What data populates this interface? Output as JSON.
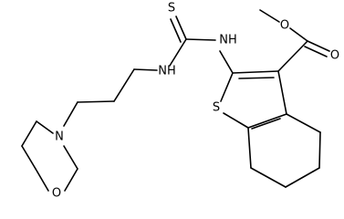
{
  "atoms": {
    "O_ester": "O",
    "O_carbonyl": "O",
    "S_thio": "S",
    "NH_right": "NH",
    "NH_left": "NH",
    "S_ring": "S",
    "N_morph": "N",
    "O_morph": "O"
  }
}
